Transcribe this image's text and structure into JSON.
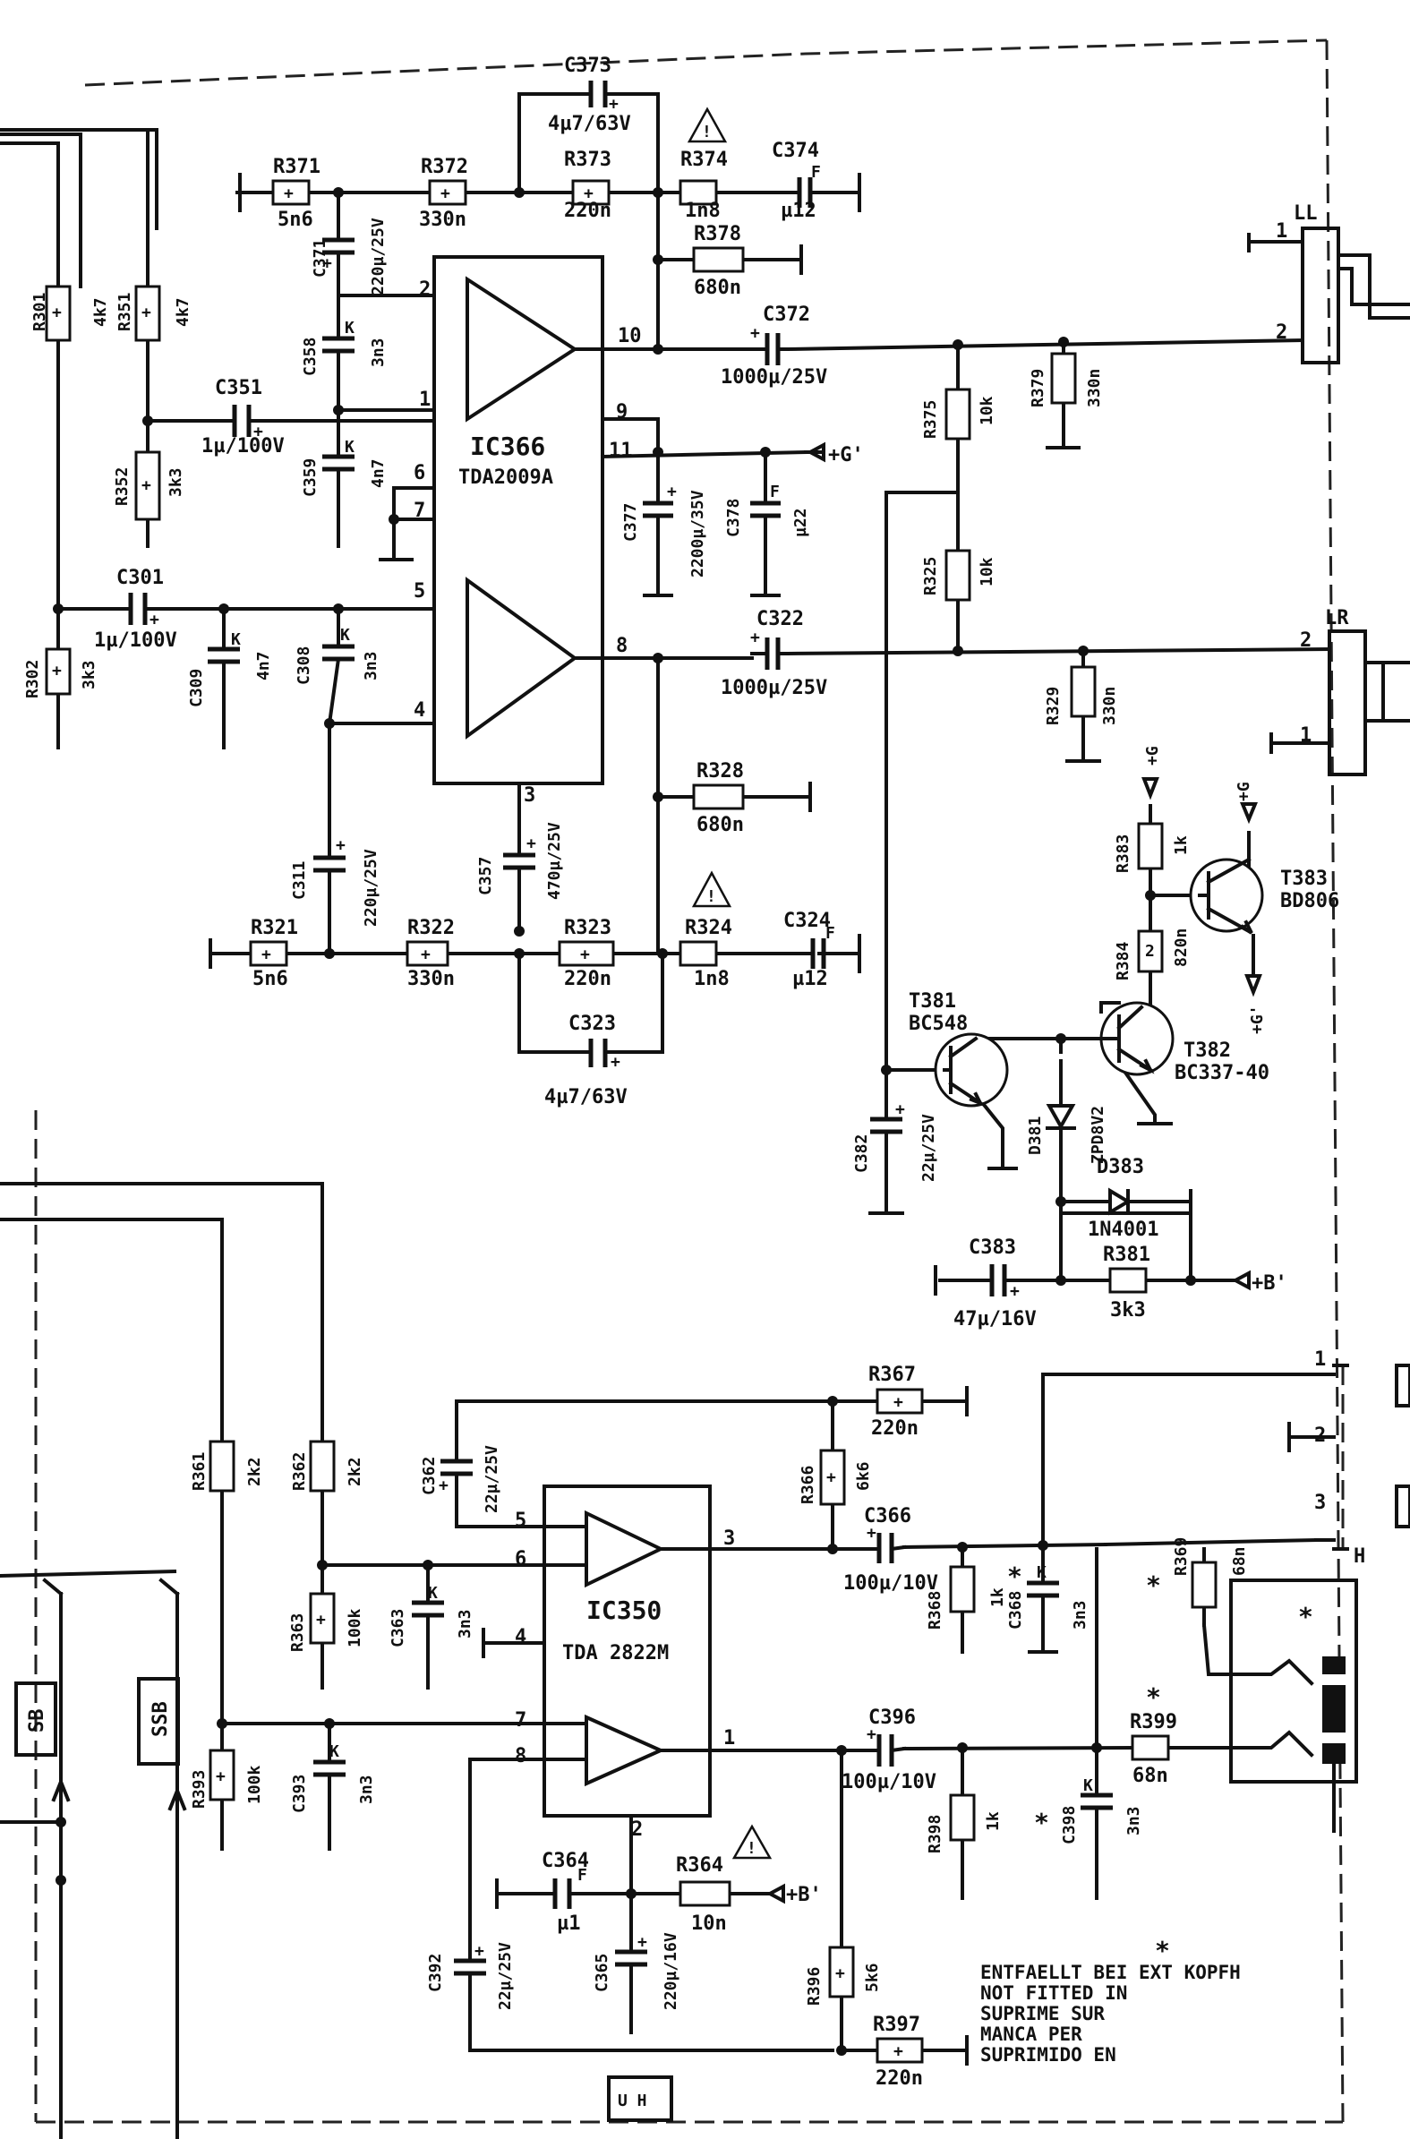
{
  "ic366": {
    "ref": "IC366",
    "part": "TDA2009A",
    "pins": [
      "2",
      "1",
      "6",
      "7",
      "5",
      "4",
      "9",
      "11",
      "10",
      "8",
      "3"
    ]
  },
  "ic350": {
    "ref": "IC350",
    "part": "TDA 2822M",
    "pins": [
      "5",
      "6",
      "4",
      "7",
      "8",
      "3",
      "1",
      "2"
    ]
  },
  "connectors": {
    "ll": "LL",
    "lr": "LR",
    "h": "H",
    "ll_pins": [
      "1",
      "2"
    ],
    "lr_pins": [
      "2",
      "1"
    ],
    "h_pins": [
      "1",
      "2",
      "3"
    ]
  },
  "blocks": {
    "sb": "SB",
    "ssb": "SSB",
    "uh": "U H"
  },
  "rails": {
    "g_prime": "+G'",
    "g": "+G",
    "g_prime_out": "+G'",
    "b_prime": "+B'",
    "b_prime_2": "+B'"
  },
  "resistors": [
    {
      "ref": "R371",
      "value": "5n6"
    },
    {
      "ref": "R372",
      "value": "330n"
    },
    {
      "ref": "R373",
      "value": "220n"
    },
    {
      "ref": "R374",
      "value": "1n8"
    },
    {
      "ref": "R378",
      "value": "680n"
    },
    {
      "ref": "R301",
      "value": "4k7"
    },
    {
      "ref": "R351",
      "value": "4k7"
    },
    {
      "ref": "R352",
      "value": "3k3"
    },
    {
      "ref": "R302",
      "value": "3k3"
    },
    {
      "ref": "R375",
      "value": "10k"
    },
    {
      "ref": "R325",
      "value": "10k"
    },
    {
      "ref": "R379",
      "value": "330n"
    },
    {
      "ref": "R329",
      "value": "330n"
    },
    {
      "ref": "R328",
      "value": "680n"
    },
    {
      "ref": "R321",
      "value": "5n6"
    },
    {
      "ref": "R322",
      "value": "330n"
    },
    {
      "ref": "R323",
      "value": "220n"
    },
    {
      "ref": "R324",
      "value": "1n8"
    },
    {
      "ref": "R383",
      "value": "1k"
    },
    {
      "ref": "R384",
      "value": "820n"
    },
    {
      "ref": "R381",
      "value": "3k3"
    },
    {
      "ref": "R367",
      "value": "220n"
    },
    {
      "ref": "R366",
      "value": "6k6"
    },
    {
      "ref": "R361",
      "value": "2k2"
    },
    {
      "ref": "R362",
      "value": "2k2"
    },
    {
      "ref": "R363",
      "value": "100k"
    },
    {
      "ref": "R368",
      "value": "1k"
    },
    {
      "ref": "R369",
      "value": "68n"
    },
    {
      "ref": "R393",
      "value": "100k"
    },
    {
      "ref": "R398",
      "value": "1k"
    },
    {
      "ref": "R399",
      "value": "68n"
    },
    {
      "ref": "R364",
      "value": "10n"
    },
    {
      "ref": "R396",
      "value": "5k6"
    },
    {
      "ref": "R397",
      "value": "220n"
    }
  ],
  "capacitors": [
    {
      "ref": "C373",
      "value": "4µ7/63V"
    },
    {
      "ref": "C374",
      "value": "µ12"
    },
    {
      "ref": "C371",
      "value": "220µ/25V"
    },
    {
      "ref": "C358",
      "value": "3n3"
    },
    {
      "ref": "C351",
      "value": "1µ/100V"
    },
    {
      "ref": "C359",
      "value": "4n7"
    },
    {
      "ref": "C372",
      "value": "1000µ/25V"
    },
    {
      "ref": "C377",
      "value": "2200µ/35V"
    },
    {
      "ref": "C378",
      "value": "µ22"
    },
    {
      "ref": "C301",
      "value": "1µ/100V"
    },
    {
      "ref": "C309",
      "value": "4n7"
    },
    {
      "ref": "C308",
      "value": "3n3"
    },
    {
      "ref": "C322",
      "value": "1000µ/25V"
    },
    {
      "ref": "C311",
      "value": "220µ/25V"
    },
    {
      "ref": "C357",
      "value": "470µ/25V"
    },
    {
      "ref": "C324",
      "value": "µ12"
    },
    {
      "ref": "C323",
      "value": "4µ7/63V"
    },
    {
      "ref": "C382",
      "value": "22µ/25V"
    },
    {
      "ref": "C383",
      "value": "47µ/16V"
    },
    {
      "ref": "C362",
      "value": "22µ/25V"
    },
    {
      "ref": "C366",
      "value": "100µ/10V"
    },
    {
      "ref": "C363",
      "value": "3n3"
    },
    {
      "ref": "C368",
      "value": "3n3"
    },
    {
      "ref": "C393",
      "value": "3n3"
    },
    {
      "ref": "C396",
      "value": "100µ/10V"
    },
    {
      "ref": "C398",
      "value": "3n3"
    },
    {
      "ref": "C364",
      "value": "µ1"
    },
    {
      "ref": "C365",
      "value": "220µ/16V"
    },
    {
      "ref": "C392",
      "value": "22µ/25V"
    }
  ],
  "transistors": [
    {
      "ref": "T383",
      "part": "BD806"
    },
    {
      "ref": "T381",
      "part": "BC548"
    },
    {
      "ref": "T382",
      "part": "BC337-40"
    }
  ],
  "diodes": [
    {
      "ref": "D381",
      "part": "ZPD8V2"
    },
    {
      "ref": "D383",
      "part": "1N4001"
    }
  ],
  "note": {
    "star": "*",
    "lines": [
      "ENTFAELLT BEI EXT  KOPFH",
      "NOT FITTED IN",
      "SUPRIME SUR",
      "MANCA PER",
      "SUPRIMIDO EN"
    ]
  },
  "marks": {
    "k": "K",
    "f": "F",
    "plus": "+",
    "star": "*",
    "warning": "!"
  }
}
